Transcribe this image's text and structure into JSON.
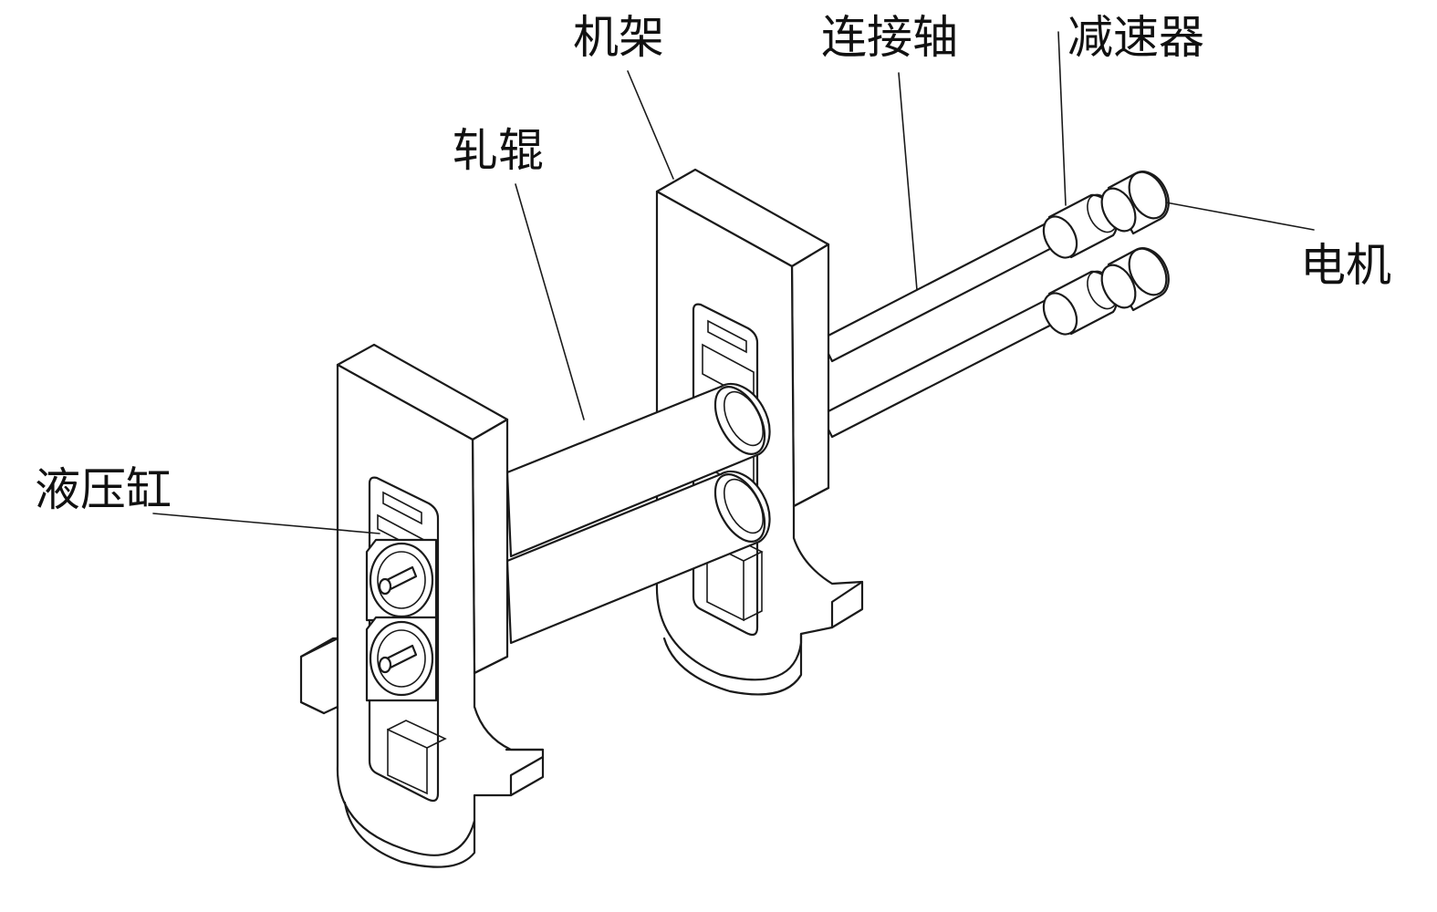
{
  "labels": {
    "frame": "机架",
    "connecting_shaft": "连接轴",
    "reducer": "减速器",
    "roller": "轧辊",
    "motor": "电机",
    "hydraulic_cylinder": "液压缸"
  }
}
